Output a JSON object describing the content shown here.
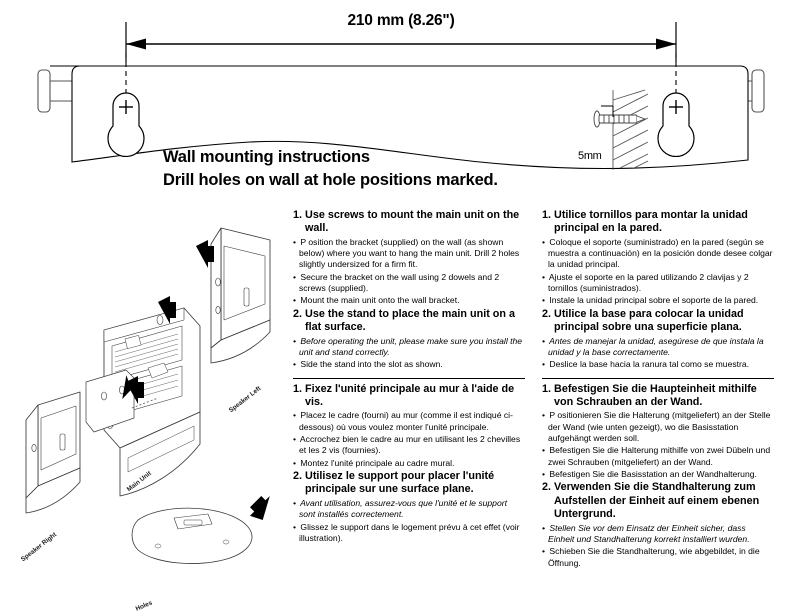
{
  "dimension": {
    "label": "210 mm (8.26\")",
    "screw_depth_label": "5mm"
  },
  "template": {
    "heading_line1": "Wall mounting instructions",
    "heading_line2": "Drill holes on wall at hole positions marked."
  },
  "illustration": {
    "labels": {
      "speaker_left": "Speaker Left",
      "main_unit": "Main Unit",
      "speaker_right": "Speaker Right",
      "holes": "Holes"
    }
  },
  "instructions": {
    "english": {
      "steps": [
        {
          "number": "1.",
          "title": "Use screws to mount the main unit on the wall.",
          "bullets": [
            {
              "text": "P       osition the bracket (supplied) on the wall (as shown below) where you want to hang the main unit. Drill 2 holes slightly undersized for a firm fit.",
              "italic": false
            },
            {
              "text": "Secure the bracket on the wall using 2 dowels and 2 screws (supplied).",
              "italic": false
            },
            {
              "text": "Mount the main unit onto the wall bracket.",
              "italic": false
            }
          ]
        },
        {
          "number": "2.",
          "title": "Use the stand to place the main unit on a flat surface.",
          "bullets": [
            {
              "text": "Before operating the unit, please make sure you install the unit and stand correctly.",
              "italic": true
            },
            {
              "text": "Side the stand into the slot as shown.",
              "italic": false
            }
          ]
        }
      ]
    },
    "french": {
      "steps": [
        {
          "number": "1.",
          "title": "Fixez l'unité principale au mur à l'aide de vis.",
          "bullets": [
            {
              "text": "Placez le cadre (fourni) au mur (comme il est indiqué ci-dessous) où vous voulez monter l'unité principale.",
              "italic": false
            },
            {
              "text": "Accrochez bien le cadre au mur en utilisant les 2 chevilles et les 2 vis (fournies).",
              "italic": false
            },
            {
              "text": "Montez l'unité principale au cadre mural.",
              "italic": false
            }
          ]
        },
        {
          "number": "2.",
          "title": "Utilisez le support pour placer l'unité principale sur une surface plane.",
          "bullets": [
            {
              "text": "Avant utilisation, assurez-vous que l'unité et le support sont installés correctement.",
              "italic": true
            },
            {
              "text": "Glissez le support dans le logement prévu à cet effet (voir illustration).",
              "italic": false
            }
          ]
        }
      ]
    },
    "spanish": {
      "steps": [
        {
          "number": "1.",
          "title": "Utilice tornillos para montar la unidad principal en la pared.",
          "bullets": [
            {
              "text": "Coloque el soporte (suministrado) en la pared (según se muestra a continuación) en la posición donde desee colgar la unidad principal.",
              "italic": false
            },
            {
              "text": "Ajuste el soporte en la pared utilizando 2 clavijas y 2 tornillos (suministrados).",
              "italic": false
            },
            {
              "text": "Instale la unidad principal sobre el soporte de la pared.",
              "italic": false
            }
          ]
        },
        {
          "number": "2.",
          "title": "Utilice la base para colocar la unidad principal sobre una superficie plana.",
          "bullets": [
            {
              "text": "Antes de manejar la unidad, asegúrese de que instala la unidad y la base correctamente.",
              "italic": true
            },
            {
              "text": "Deslice la base hacia la ranura tal como se muestra.",
              "italic": false
            }
          ]
        }
      ]
    },
    "german": {
      "steps": [
        {
          "number": "1.",
          "title": "Befestigen Sie die Haupteinheit mithilfe von Schrauben an der Wand.",
          "bullets": [
            {
              "text": "P       ositionieren Sie die Halterung (mitgeliefert) an der Stelle der Wand (wie unten gezeigt), wo die Basisstation aufgehängt werden soll.",
              "italic": false
            },
            {
              "text": "Befestigen Sie die Halterung mithilfe von zwei Dübeln und zwei Schrauben (mitgeliefert) an der Wand.",
              "italic": false
            },
            {
              "text": "Befestigen Sie die Basisstation an der Wandhalterung.",
              "italic": false
            }
          ]
        },
        {
          "number": "2.",
          "title": "Verwenden Sie die Standhalterung zum Aufstellen der Einheit auf einem ebenen Untergrund.",
          "bullets": [
            {
              "text": "Stellen Sie vor dem Einsatz der Einheit sicher, dass Einheit und Standhalterung korrekt installiert wurden.",
              "italic": true
            },
            {
              "text": "Schieben Sie die Standhalterung, wie abgebildet, in die Öffnung.",
              "italic": false
            }
          ]
        }
      ]
    }
  }
}
